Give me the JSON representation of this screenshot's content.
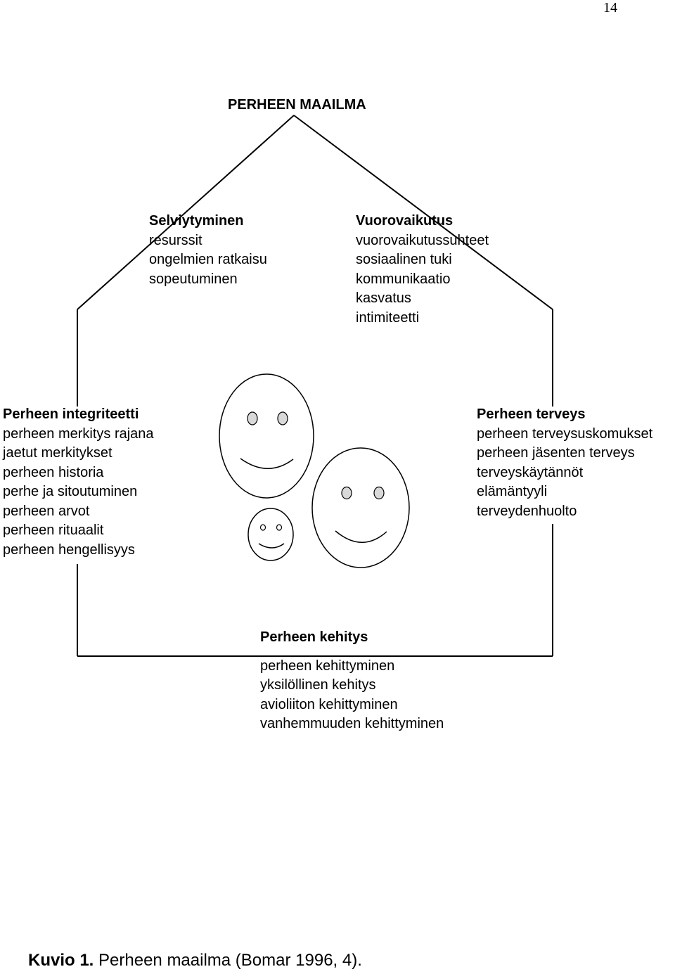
{
  "page_number": "14",
  "title": "PERHEEN MAAILMA",
  "selviytyminen": {
    "heading": "Selviytyminen",
    "items": [
      "resurssit",
      "ongelmien ratkaisu",
      "sopeutuminen"
    ]
  },
  "vuorovaikutus": {
    "heading": "Vuorovaikutus",
    "items": [
      "vuorovaikutussuhteet",
      "sosiaalinen tuki",
      "kommunikaatio",
      "kasvatus",
      "intimiteetti"
    ]
  },
  "integriteetti": {
    "heading": "Perheen integriteetti",
    "items": [
      "perheen merkitys rajana",
      "jaetut merkitykset",
      "perheen historia",
      "perhe ja sitoutuminen",
      "perheen arvot",
      "perheen rituaalit",
      "perheen hengellisyys"
    ]
  },
  "terveys": {
    "heading": "Perheen terveys",
    "items": [
      "perheen terveysuskomukset",
      "perheen jäsenten terveys",
      "terveyskäytännöt",
      "elämäntyyli",
      "terveydenhuolto"
    ]
  },
  "kehitys": {
    "heading": "Perheen kehitys",
    "items": [
      "perheen kehittyminen",
      "yksilöllinen kehitys",
      "avioliiton kehittyminen",
      "vanhemmuuden kehittyminen"
    ]
  },
  "caption": {
    "label": "Kuvio 1.",
    "text": "Perheen maailma (Bomar 1996, 4)."
  }
}
